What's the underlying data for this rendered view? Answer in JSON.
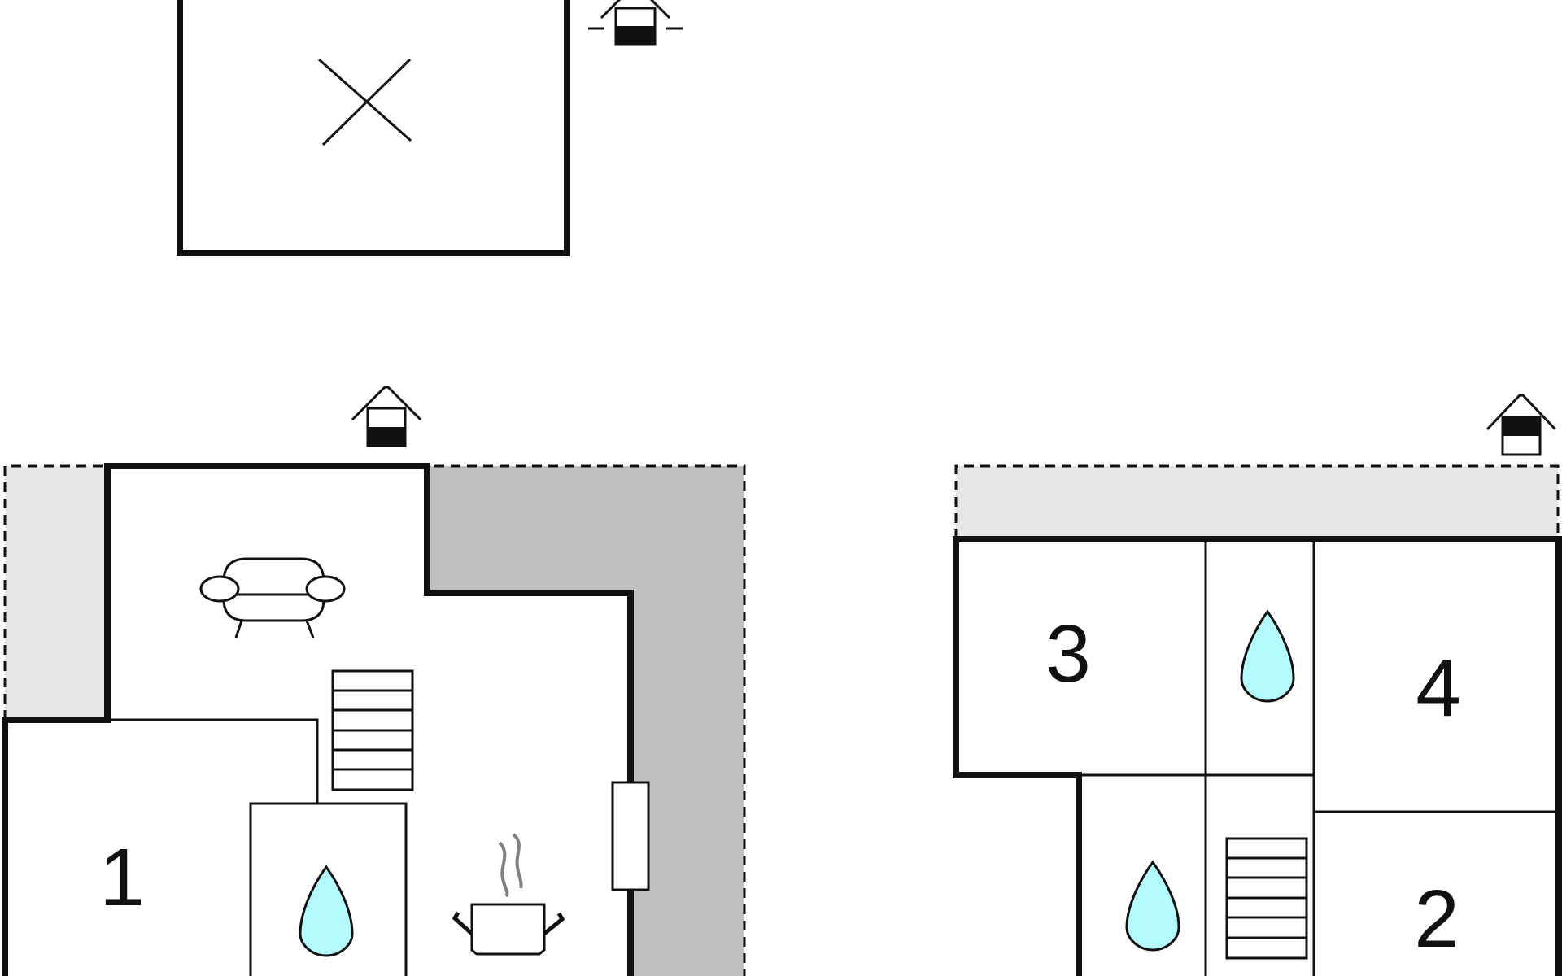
{
  "colors": {
    "wall": "#111111",
    "terrace_light": "#e6e6e6",
    "terrace_dark": "#bfbfbf",
    "water": "#b3fbfc",
    "steam": "#808080",
    "background": "#ffffff"
  },
  "rooms": {
    "room_1": "1",
    "room_2": "2",
    "room_3": "3",
    "room_4": "4"
  },
  "icons": {
    "entrance": "entrance-icon",
    "water": "water-drop-icon",
    "sofa": "sofa-icon",
    "stairs": "stairs-icon",
    "cooking": "cooking-pot-icon",
    "fireplace": "fireplace-icon",
    "unused_space": "unused-space-icon"
  }
}
